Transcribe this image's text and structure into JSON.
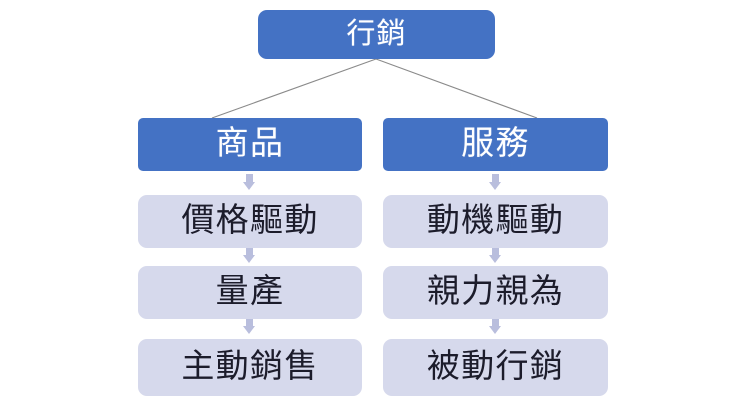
{
  "diagram": {
    "type": "hierarchy-tree",
    "title_node": {
      "label": "行銷"
    },
    "colors": {
      "background": "#ffffff",
      "node_blue": "#4472c4",
      "node_light": "#d6d9ec",
      "connector_line": "#8a8a8a",
      "arrow": "#b9bedd",
      "text_on_blue": "#ffffff",
      "text_on_light": "#1c1c2b"
    },
    "branches": [
      {
        "header": {
          "label": "商品"
        },
        "steps": [
          {
            "label": "價格驅動"
          },
          {
            "label": "量產"
          },
          {
            "label": "主動銷售"
          }
        ]
      },
      {
        "header": {
          "label": "服務"
        },
        "steps": [
          {
            "label": "動機驅動"
          },
          {
            "label": "親力親為"
          },
          {
            "label": "被動行銷"
          }
        ]
      }
    ]
  }
}
